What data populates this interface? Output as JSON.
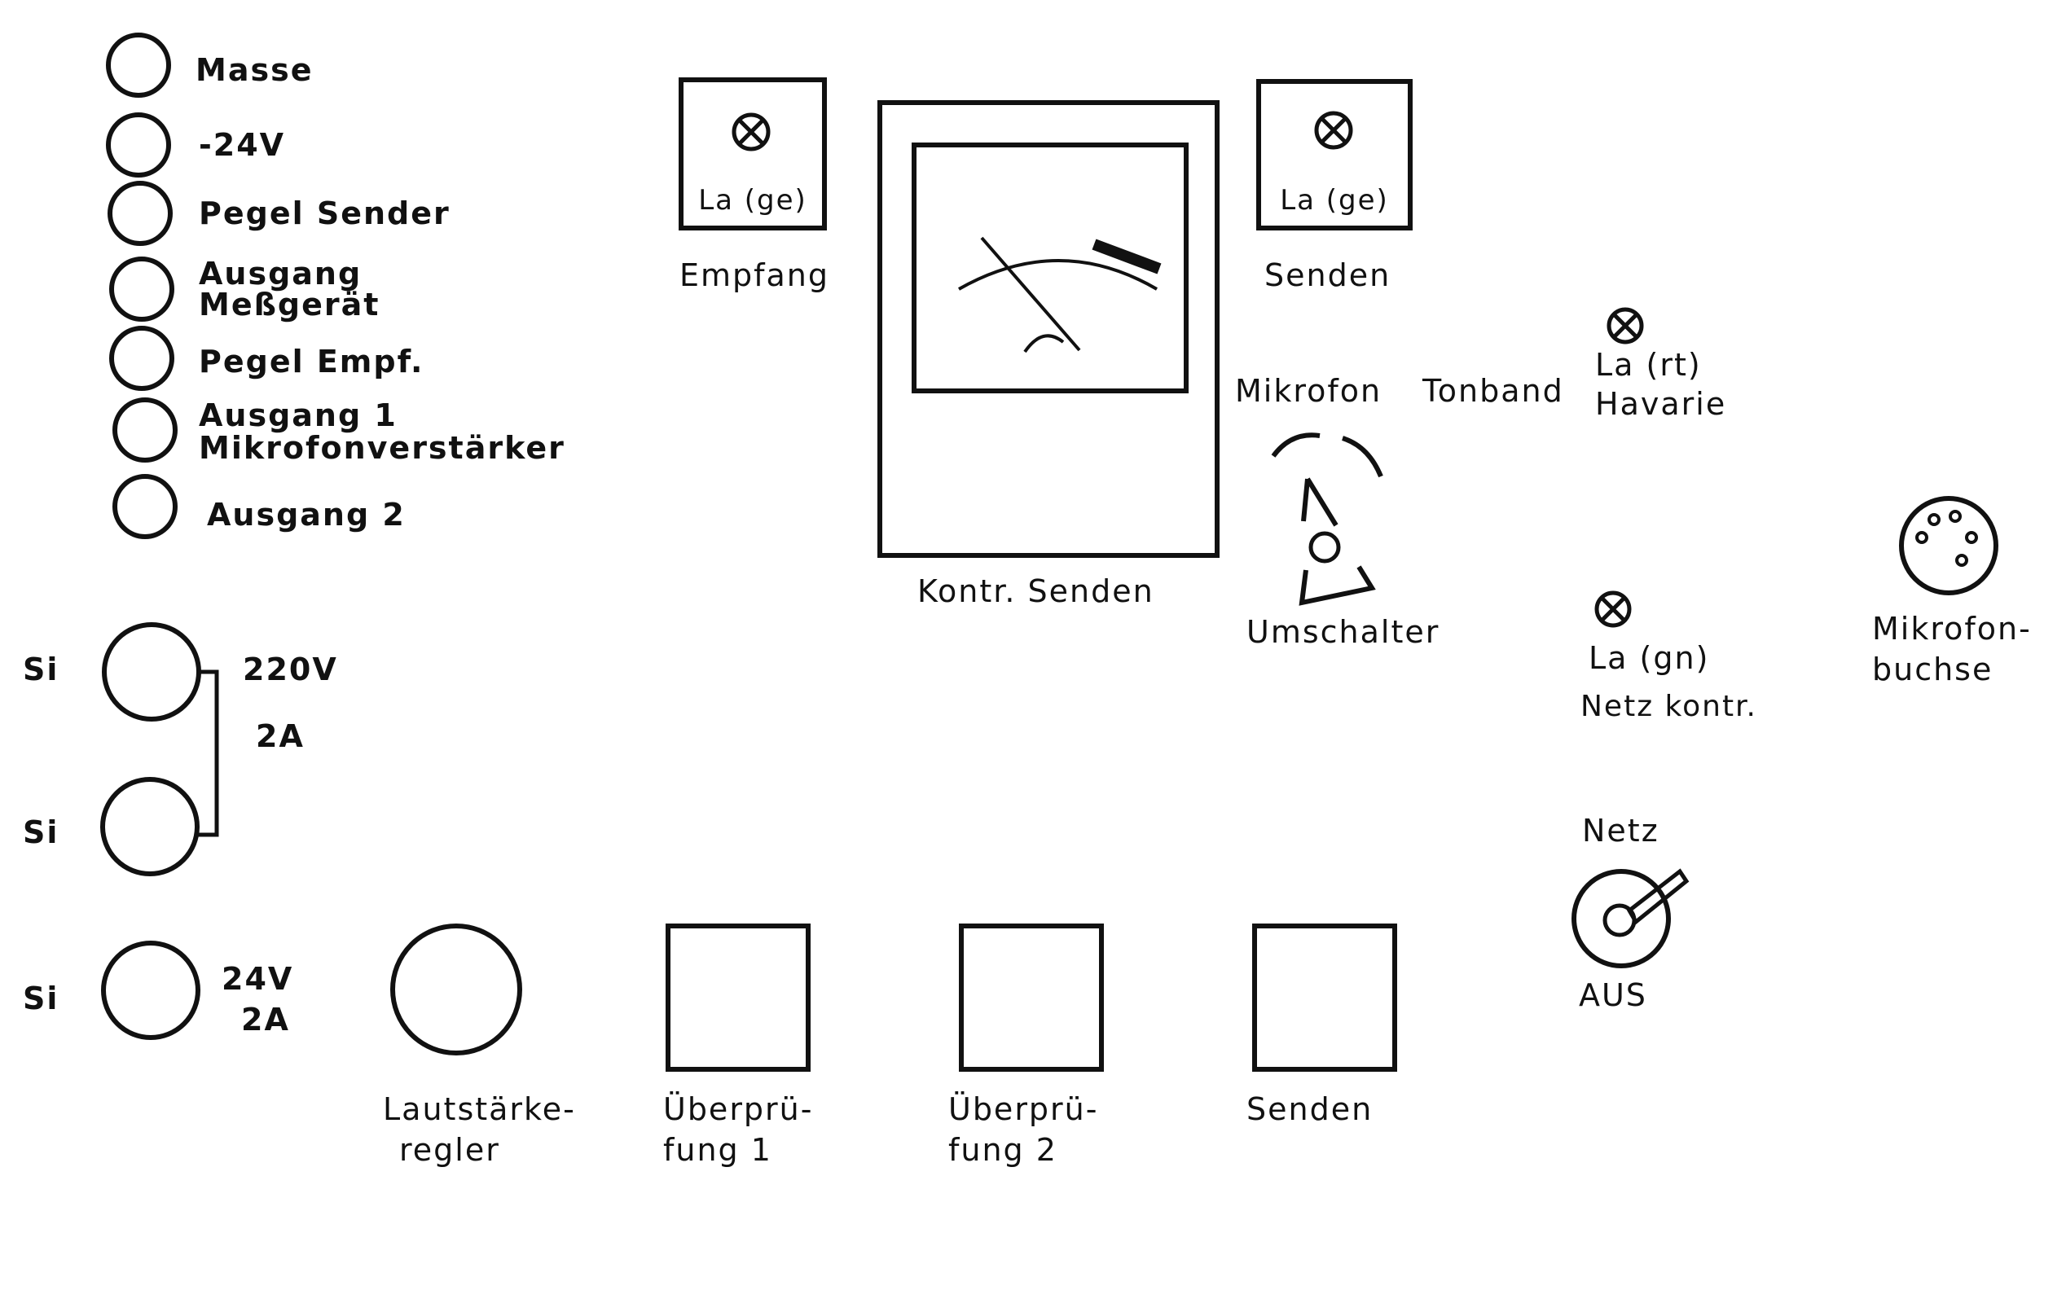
{
  "jacks": [
    {
      "label": "Masse"
    },
    {
      "label": "-24V"
    },
    {
      "label": "Pegel Sender"
    },
    {
      "label": "Ausgang",
      "label2": "Meßgerät"
    },
    {
      "label": "Pegel Empf."
    },
    {
      "label": "Ausgang 1",
      "label2": "Mikrofonverstärker"
    },
    {
      "label": "Ausgang 2"
    }
  ],
  "fuses": {
    "si_labels": [
      "Si",
      "Si",
      "Si"
    ],
    "main_rating_v": "220V",
    "main_rating_a": "2A",
    "aux_rating_v": "24V",
    "aux_rating_a": "2A"
  },
  "lamps": {
    "empfang": {
      "code": "La (ge)",
      "name": "Empfang"
    },
    "senden": {
      "code": "La (ge)",
      "name": "Senden"
    },
    "havarie": {
      "code": "La (rt)",
      "name": "Havarie"
    },
    "netzkontr": {
      "code": "La (gn)",
      "name": "Netz kontr."
    }
  },
  "meter": {
    "label": "Kontr. Senden"
  },
  "selector": {
    "pos_left": "Mikrofon",
    "pos_right": "Tonband",
    "name": "Umschalter"
  },
  "mic_socket": {
    "line1": "Mikrofon-",
    "line2": "buchse"
  },
  "power_switch": {
    "top": "Netz",
    "bottom": "AUS"
  },
  "volume_knob": {
    "line1": "Lautstärke-",
    "line2": "regler"
  },
  "buttons": [
    {
      "line1": "Überprü-",
      "line2": "fung 1"
    },
    {
      "line1": "Überprü-",
      "line2": "fung 2"
    },
    {
      "line1": "Senden",
      "line2": ""
    }
  ],
  "colors": {
    "ink": "#111111",
    "paper": "#ffffff"
  }
}
